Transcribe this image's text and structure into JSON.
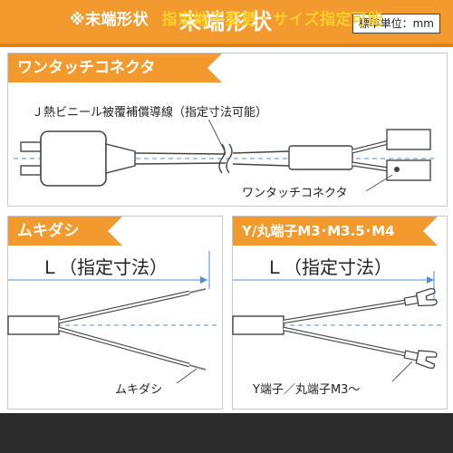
{
  "header": {
    "title": "末端形状",
    "unit_label": "標準単位：mm"
  },
  "panels": {
    "connector": {
      "title": "ワンタッチコネクタ",
      "wire_label": "Ｊ熱ビニール被覆補償導線（指定寸法可能）",
      "connector_label": "ワンタッチコネクタ"
    },
    "bare": {
      "title": "ムキダシ",
      "dimension": "Ｌ（指定寸法）",
      "end_label": "ムキダシ"
    },
    "terminal": {
      "title": "Y/丸端子M3･M3.5･M4",
      "dimension": "Ｌ（指定寸法）",
      "end_label": "Y端子／丸端子M3～"
    }
  },
  "footer": {
    "prefix": "※末端形状",
    "highlight": "指定端子変更・サイズ指定可能"
  },
  "colors": {
    "accent": "#f29a2e",
    "dark": "#2b2b2b",
    "highlight": "#f9cf2a",
    "guide": "#4a90d9"
  }
}
